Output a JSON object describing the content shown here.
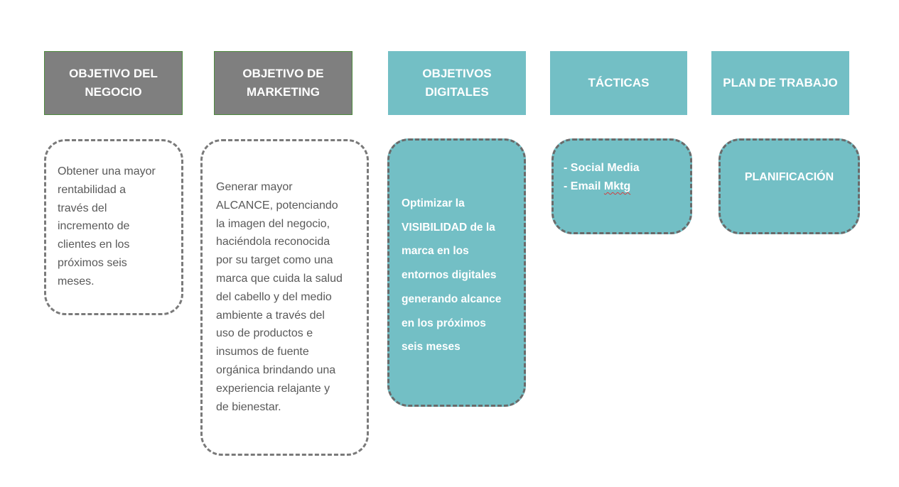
{
  "headers": {
    "business": [
      "OBJETIVO DEL",
      "NEGOCIO"
    ],
    "marketing": [
      "OBJETIVO DE",
      "MARKETING"
    ],
    "digital": [
      "OBJETIVOS",
      "DIGITALES"
    ],
    "tactics": [
      "TÁCTICAS"
    ],
    "plan": [
      "PLAN DE TRABAJO"
    ]
  },
  "boxes": {
    "business": [
      "Obtener una mayor",
      "rentabilidad a",
      "través del",
      "incremento de",
      "clientes en los",
      "próximos seis",
      "meses."
    ],
    "marketing": [
      "Generar mayor",
      "ALCANCE, potenciando",
      "la imagen del negocio,",
      "haciéndola reconocida",
      "por su target como una",
      "marca que cuida la salud",
      "del cabello y del medio",
      "ambiente a través del",
      "uso de productos e",
      "insumos de fuente",
      "orgánica brindando una",
      "experiencia relajante y",
      "de bienestar."
    ],
    "digital": [
      "Optimizar la",
      "VISIBILIDAD de la",
      "marca en los",
      "entornos digitales",
      "generando alcance",
      "en los próximos",
      "seis meses"
    ],
    "tactics": {
      "item1": "- Social Media",
      "item2_prefix": "- Email ",
      "item2_word": "Mktg"
    },
    "plan": [
      "PLANIFICACIÓN"
    ]
  },
  "colors": {
    "gray_header": "#7f7f7f",
    "teal": "#73bfc5",
    "dashed_border": "#7a7a7a",
    "body_text": "#595959"
  }
}
